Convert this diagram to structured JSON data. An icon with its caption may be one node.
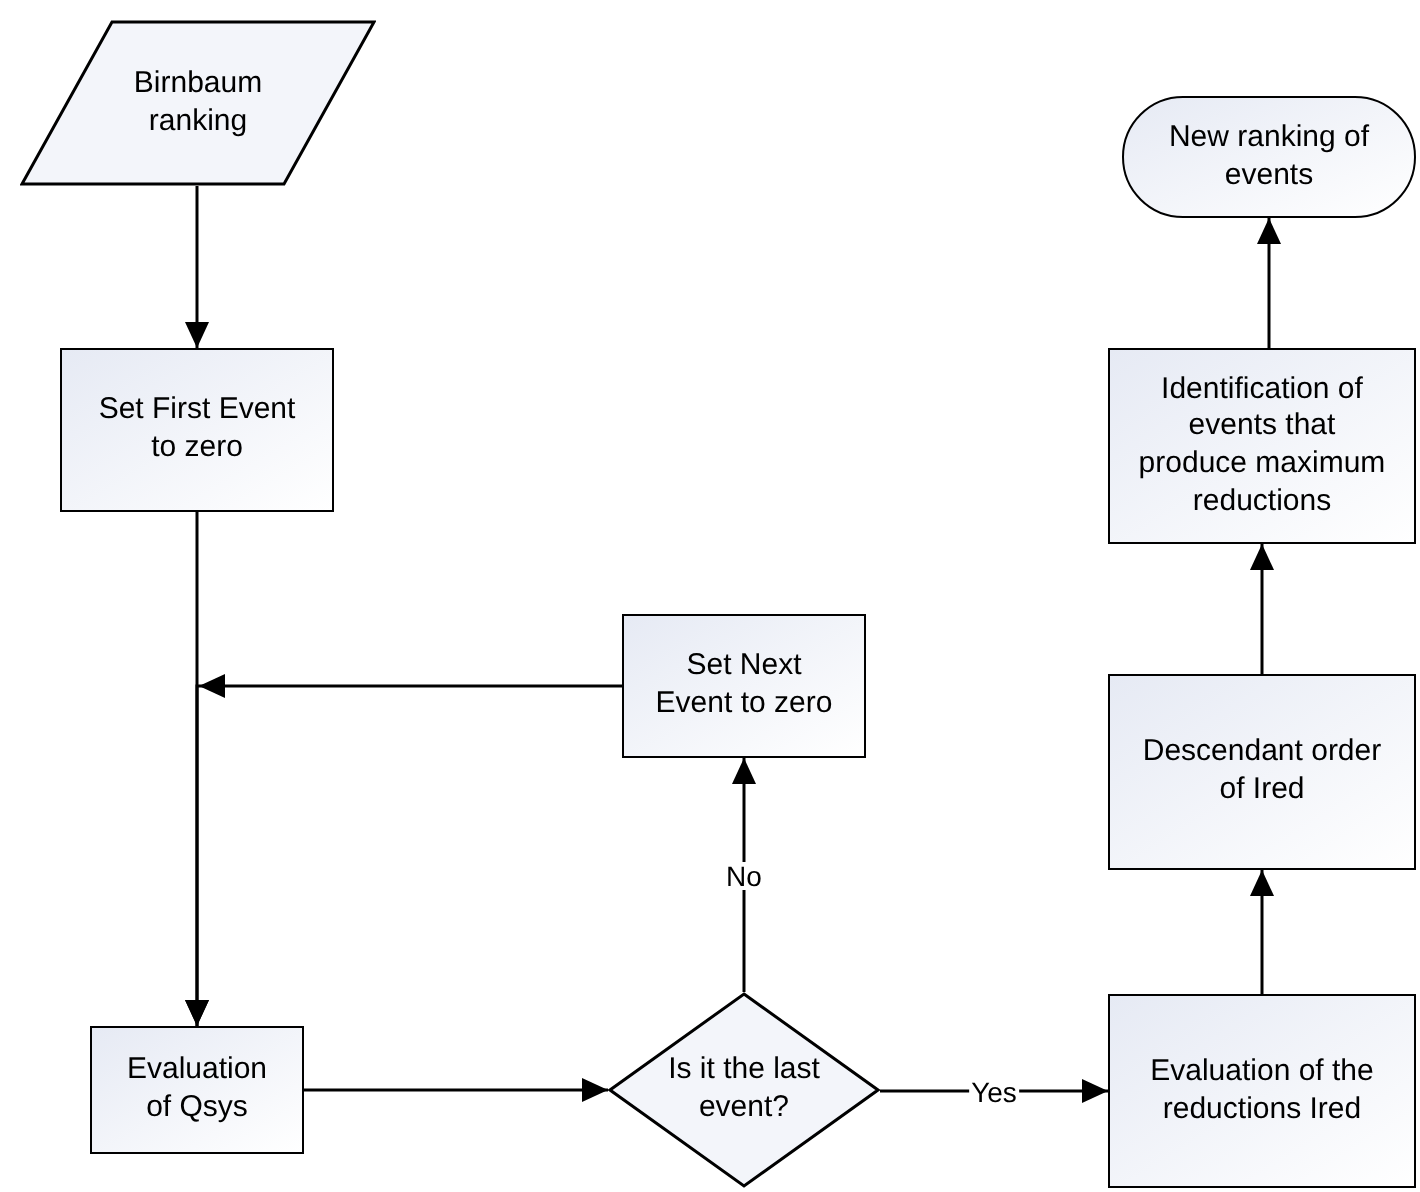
{
  "diagram": {
    "nodes": [
      {
        "text": [
          "Birnbaum ranking"
        ]
      },
      {
        "text": [
          "Set First Event to zero"
        ]
      },
      {
        "text": [
          "Set Next Event to zero"
        ]
      },
      {
        "text": [
          "Evaluation of Qsys"
        ]
      },
      {
        "text": [
          "Is it the last event?"
        ]
      },
      {
        "text": [
          "Evaluation of the reductions Ired"
        ]
      },
      {
        "text": [
          "Descendant order of Ired"
        ]
      },
      {
        "text": [
          "Identification of events that produce maximum reductions"
        ]
      },
      {
        "text": [
          "New ranking of events"
        ]
      }
    ],
    "edges": [
      {
        "from": 0,
        "to": 1,
        "arrow": "to"
      },
      {
        "from": 1,
        "to": 3,
        "arrow": "to"
      },
      {
        "from": 2,
        "to": 3,
        "arrow": "to"
      },
      {
        "from": 3,
        "to": 4,
        "arrow": "to"
      },
      {
        "from": 4,
        "to": 2,
        "label": "No",
        "arrow": "to"
      },
      {
        "from": 4,
        "to": 5,
        "label": "Yes",
        "arrow": "to"
      },
      {
        "from": 5,
        "to": 6,
        "arrow": "to"
      },
      {
        "from": 6,
        "to": 7,
        "arrow": "to"
      },
      {
        "from": 7,
        "to": 8,
        "arrow": "to"
      }
    ]
  }
}
